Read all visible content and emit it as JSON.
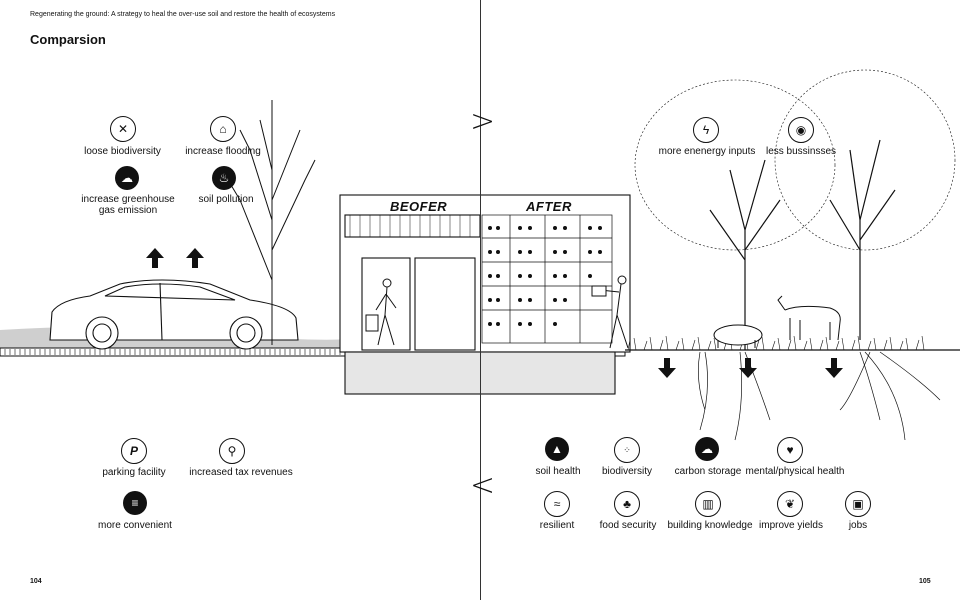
{
  "header": {
    "running_title": "Regenerating the ground: A strategy to heal the over-use soil and restore the health of ecosystems",
    "section_title": "Comparsion"
  },
  "store": {
    "before_label": "BEOFER",
    "after_label": "AFTER"
  },
  "left": {
    "negatives": [
      {
        "label": "loose biodiversity",
        "icon": "x-circle-icon"
      },
      {
        "label": "increase flooding",
        "icon": "house-flood-icon"
      },
      {
        "label": "increase greenhouse gas emission",
        "icon": "cloud-emission-icon"
      },
      {
        "label": "soil pollution",
        "icon": "spray-bottle-icon"
      }
    ],
    "positives": [
      {
        "label": "parking facility",
        "icon": "parking-icon",
        "glyph": "P"
      },
      {
        "label": "increased tax revenues",
        "icon": "magnifier-icon"
      },
      {
        "label": "more convenient",
        "icon": "stack-icon"
      }
    ],
    "page_number": "104"
  },
  "right": {
    "top_items": [
      {
        "label": "more enenergy inputs",
        "icon": "lightning-icon"
      },
      {
        "label": "less bussinsses",
        "icon": "donut-icon"
      }
    ],
    "benefits": [
      {
        "label": "soil health",
        "icon": "soil-mound-icon"
      },
      {
        "label": "biodiversity",
        "icon": "dots-icon"
      },
      {
        "label": "carbon storage",
        "icon": "cloud-icon"
      },
      {
        "label": "mental/physical health",
        "icon": "heart-icon"
      },
      {
        "label": "resilient",
        "icon": "waves-icon"
      },
      {
        "label": "food security",
        "icon": "broccoli-icon"
      },
      {
        "label": "building knowledge",
        "icon": "book-icon"
      },
      {
        "label": "improve yields",
        "icon": "sprout-icon"
      },
      {
        "label": "jobs",
        "icon": "briefcase-icon"
      }
    ],
    "page_number": "105"
  },
  "nav": {
    "next_glyph": ">",
    "prev_glyph": "<"
  },
  "colors": {
    "ink": "#111111",
    "ground_gray": "#cfcfcf",
    "soil_gray": "#e6e6e6"
  }
}
